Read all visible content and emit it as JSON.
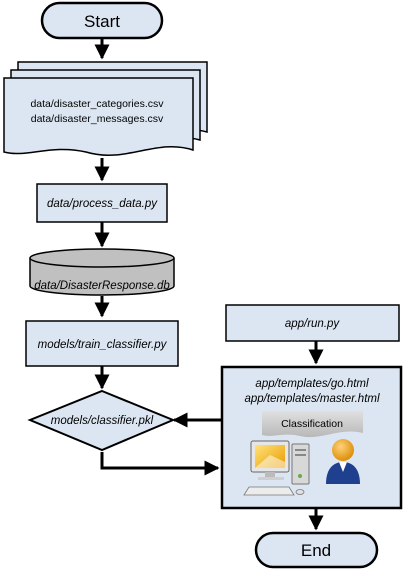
{
  "start": {
    "label": "Start"
  },
  "end": {
    "label": "End"
  },
  "input_files": {
    "lines": [
      "data/disaster_categories.csv",
      "data/disaster_messages.csv"
    ]
  },
  "process_step": {
    "label": "data/process_data.py"
  },
  "database": {
    "label": "data/DisasterResponse.db"
  },
  "train_step": {
    "label": "models/train_classifier.py"
  },
  "model_decision": {
    "label": "models/classifier.pkl"
  },
  "app_run": {
    "label": "app/run.py"
  },
  "web_app": {
    "template_lines": [
      "app/templates/go.html",
      "app/templates/master.html"
    ],
    "classification_banner": "Classification",
    "icons": [
      "computer-icon",
      "user-icon"
    ]
  },
  "colors": {
    "fill": "#dce6f2",
    "stroke": "#000000",
    "banner": "#c8c8c8",
    "monitor_screen": "#f5c000"
  }
}
